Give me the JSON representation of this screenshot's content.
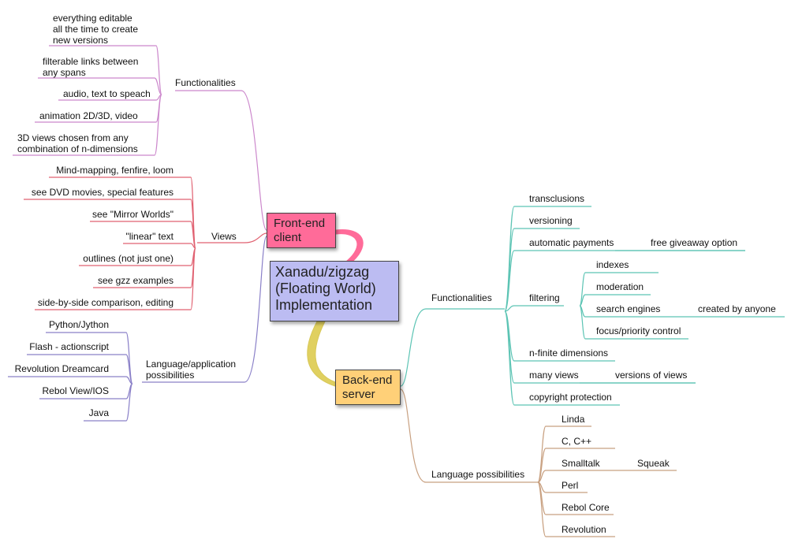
{
  "root": {
    "lines": [
      "Xanadu/zigzag",
      "(Floating World)",
      "Implementation"
    ]
  },
  "front_end": {
    "lines": [
      "Front-end",
      "client"
    ],
    "functionalities": {
      "label": "Functionalities",
      "items": [
        [
          "everything editable",
          "all the time to create",
          "new versions"
        ],
        [
          "filterable links between",
          "any spans"
        ],
        [
          "audio, text to speach"
        ],
        [
          "animation 2D/3D, video"
        ],
        [
          "3D views chosen from any",
          "combination of n-dimensions"
        ]
      ]
    },
    "views": {
      "label": "Views",
      "items": [
        "Mind-mapping, fenfire, loom",
        "see DVD movies, special features",
        "see \"Mirror Worlds\"",
        "\"linear\" text",
        "outlines (not just one)",
        "see gzz examples",
        "side-by-side comparison, editing"
      ]
    },
    "languages": {
      "label": [
        "Language/application",
        "possibilities"
      ],
      "items": [
        "Python/Jython",
        "Flash - actionscript",
        "Revolution Dreamcard",
        "Rebol View/IOS",
        "Java"
      ]
    }
  },
  "back_end": {
    "lines": [
      "Back-end",
      "server"
    ],
    "functionalities": {
      "label": "Functionalities",
      "items": [
        "transclusions",
        "versioning",
        "automatic payments",
        "filtering",
        "n-finite dimensions",
        "many views",
        "copyright protection"
      ],
      "automatic_payments_child": "free giveaway option",
      "filtering_children": [
        "indexes",
        "moderation",
        "search engines",
        "focus/priority control"
      ],
      "search_engines_child": "created by anyone",
      "many_views_child": "versions of views"
    },
    "languages": {
      "label": "Language possibilities",
      "items": [
        "Linda",
        "C, C++",
        "Smalltalk",
        "Perl",
        "Rebol Core",
        "Revolution"
      ],
      "smalltalk_child": "Squeak"
    }
  },
  "colors": {
    "root": "#bcbcf2",
    "front_end": "#ff6b99",
    "back_end": "#ffd078",
    "functionalities_front": "#cc88cc",
    "views": "#e06070",
    "languages_front": "#8a80c8",
    "functionalities_back": "#5cc4b4",
    "languages_back": "#c8a080"
  }
}
